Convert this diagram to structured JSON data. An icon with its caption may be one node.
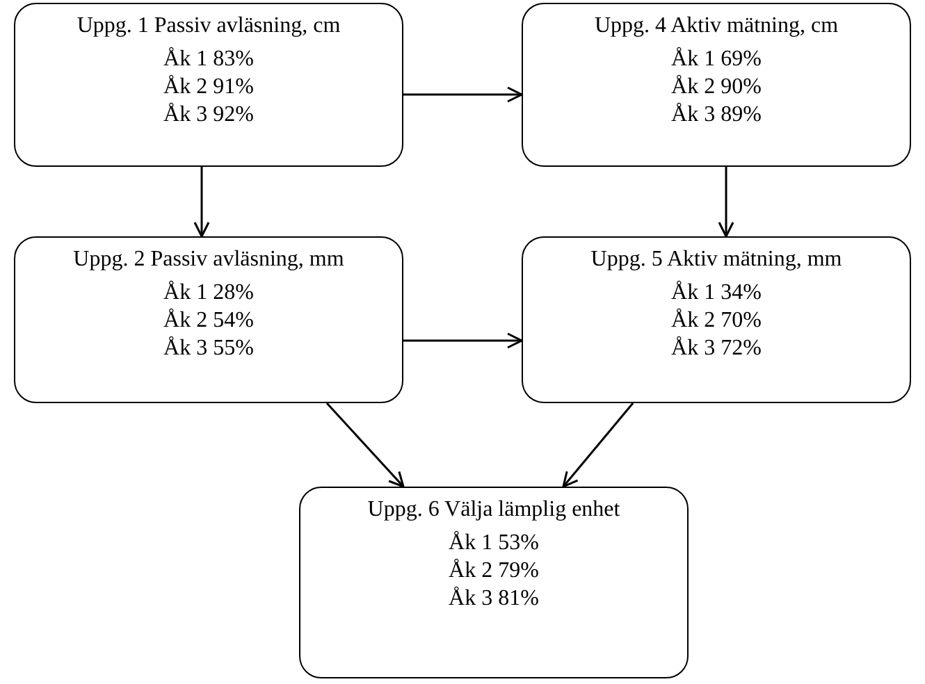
{
  "diagram": {
    "nodes": [
      {
        "text": [
          "Uppg. 1 Passiv avläsning, cm",
          "Åk 1 83%",
          "Åk 2 91%",
          "Åk 3 92%"
        ]
      },
      {
        "text": [
          "Uppg. 4 Aktiv mätning, cm",
          "Åk 1 69%",
          "Åk 2 90%",
          "Åk 3 89%"
        ]
      },
      {
        "text": [
          "Uppg. 2 Passiv avläsning, mm",
          "Åk 1 28%",
          "Åk 2 54%",
          "Åk 3 55%"
        ]
      },
      {
        "text": [
          "Uppg. 5 Aktiv mätning, mm",
          "Åk 1 34%",
          "Åk 2 70%",
          "Åk 3 72%"
        ]
      },
      {
        "text": [
          "Uppg. 6 Välja lämplig enhet",
          "Åk 1 53%",
          "Åk 2 79%",
          "Åk 3 81%"
        ]
      }
    ],
    "edges": [
      {
        "from": 0,
        "to": 1,
        "arrow": "to"
      },
      {
        "from": 0,
        "to": 2,
        "arrow": "to"
      },
      {
        "from": 1,
        "to": 3,
        "arrow": "to"
      },
      {
        "from": 2,
        "to": 3,
        "arrow": "to"
      },
      {
        "from": 2,
        "to": 4,
        "arrow": "to"
      },
      {
        "from": 3,
        "to": 4,
        "arrow": "to"
      }
    ]
  }
}
